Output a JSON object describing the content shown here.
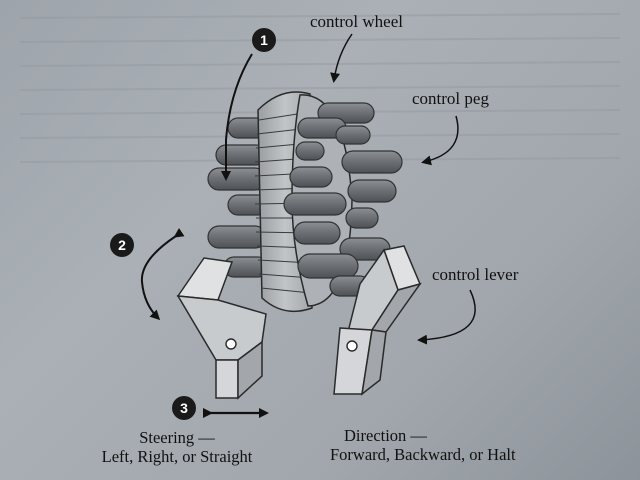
{
  "labels": {
    "control_wheel": "control wheel",
    "control_peg": "control peg",
    "control_lever": "control lever"
  },
  "steps": [
    "1",
    "2",
    "3"
  ],
  "captions": {
    "steering_title": "Steering —",
    "steering_options": "Left, Right, or Straight",
    "direction_title": "Direction —",
    "direction_options": "Forward, Backward, or Halt"
  },
  "colors": {
    "ink": "#111111",
    "peg": "#6f7276",
    "wheel": "#b9bcbf",
    "lever": "#c9ccce"
  }
}
